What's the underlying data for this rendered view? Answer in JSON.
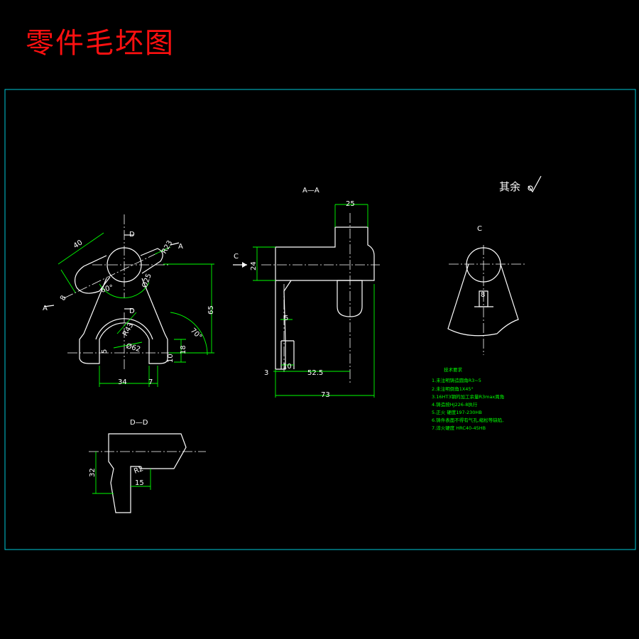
{
  "title": "零件毛坯图",
  "roughness_note": "其余",
  "views": {
    "front": {
      "section_marks": [
        "A",
        "A",
        "D",
        "D"
      ],
      "dims": [
        "40",
        "8",
        "60°",
        "Ø25",
        "R43",
        "R23",
        "Ø62",
        "5",
        "65",
        "70°",
        "18",
        "10",
        "34",
        "7"
      ]
    },
    "section_aa": {
      "label": "A—A",
      "view_mark": "C",
      "dims": [
        "25",
        "24",
        "5",
        "10",
        "3",
        "52.5",
        "73"
      ]
    },
    "view_c": {
      "label": "C",
      "dims": [
        "8"
      ]
    },
    "section_dd": {
      "label": "D—D",
      "dims": [
        "32",
        "R2",
        "15"
      ]
    }
  },
  "tech_notes": {
    "heading": "技术要求",
    "items": [
      "1.未注明铸造圆角R3~5",
      "2.未注明倒角1X45°",
      "3.16HT3钢的加工余量R3max周角",
      "4.铸造按HJ226-8执行",
      "5.正火 硬度197-230HB",
      "6.铸件表面不得有气孔,缩松等缺陷,",
      "7.淬火硬度 HRC40-45HB"
    ]
  }
}
